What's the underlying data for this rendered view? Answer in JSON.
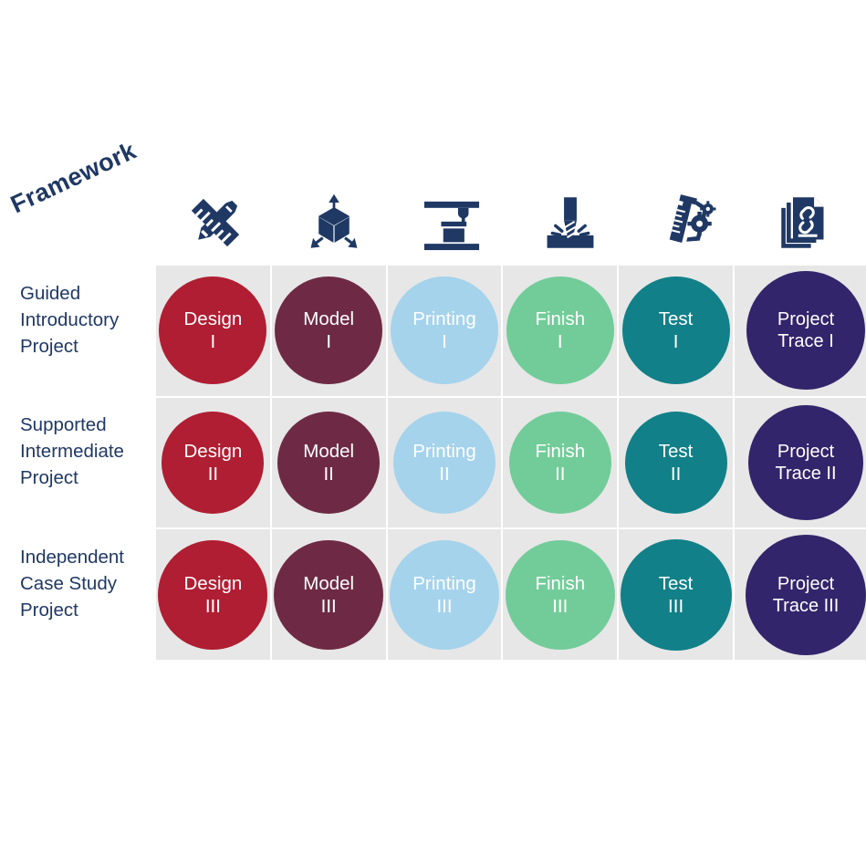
{
  "caption": {
    "framework_label": "Framework"
  },
  "colors": {
    "navy": "#1F3864",
    "cell_bg": "#E7E7E7",
    "page_bg": "#FFFFFF",
    "design": "#AF1E32",
    "model": "#6E2A44",
    "printing": "#A5D3EC",
    "finish": "#72CC99",
    "test": "#128088",
    "project_trace": "#32256B",
    "bubble_text": "#FFFFFF"
  },
  "columns": [
    {
      "icon": "ruler-pencil-icon",
      "name": "Design",
      "color": "#AF1E32"
    },
    {
      "icon": "3d-cube-icon",
      "name": "Model",
      "color": "#6E2A44"
    },
    {
      "icon": "3d-printer-icon",
      "name": "Printing",
      "color": "#A5D3EC"
    },
    {
      "icon": "finishing-press-icon",
      "name": "Finish",
      "color": "#72CC99"
    },
    {
      "icon": "caliper-gears-icon",
      "name": "Test",
      "color": "#128088"
    },
    {
      "icon": "linked-documents-icon",
      "name": "Project Trace",
      "color": "#32256B"
    }
  ],
  "rows": [
    {
      "label": "Guided\nIntroductory\nProject",
      "level": "I"
    },
    {
      "label": "Supported\nIntermediate\nProject",
      "level": "II"
    },
    {
      "label": "Independent\nCase Study\nProject",
      "level": "III"
    }
  ],
  "matrix": [
    [
      {
        "name": "Design",
        "level": "I"
      },
      {
        "name": "Model",
        "level": "I"
      },
      {
        "name": "Printing",
        "level": "I"
      },
      {
        "name": "Finish",
        "level": "I"
      },
      {
        "name": "Test",
        "level": "I"
      },
      {
        "name": "Project",
        "level": "Trace I"
      }
    ],
    [
      {
        "name": "Design",
        "level": "II"
      },
      {
        "name": "Model",
        "level": "II"
      },
      {
        "name": "Printing",
        "level": "II"
      },
      {
        "name": "Finish",
        "level": "II"
      },
      {
        "name": "Test",
        "level": "II"
      },
      {
        "name": "Project",
        "level": "Trace II"
      }
    ],
    [
      {
        "name": "Design",
        "level": "III"
      },
      {
        "name": "Model",
        "level": "III"
      },
      {
        "name": "Printing",
        "level": "III"
      },
      {
        "name": "Finish",
        "level": "III"
      },
      {
        "name": "Test",
        "level": "III"
      },
      {
        "name": "Project",
        "level": "Trace III"
      }
    ]
  ]
}
